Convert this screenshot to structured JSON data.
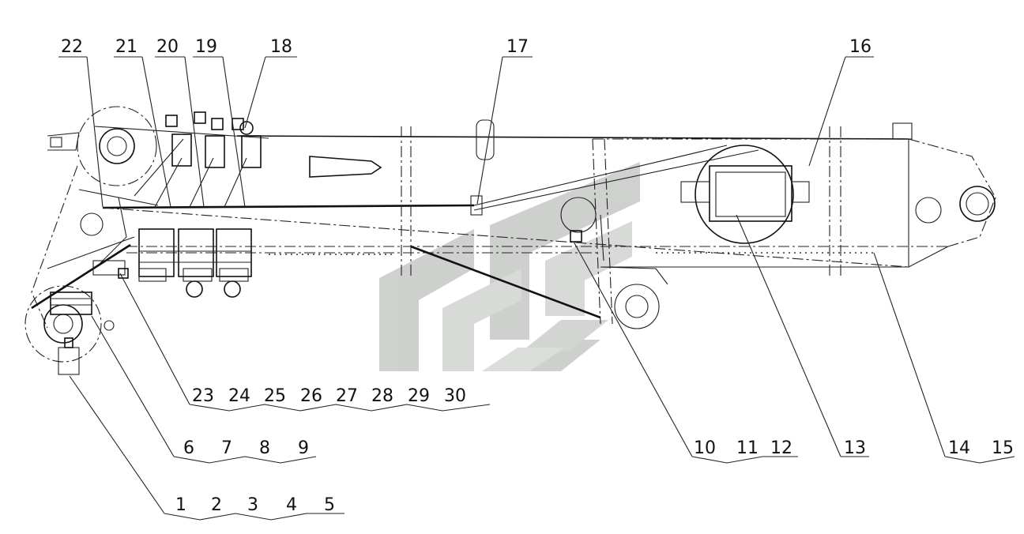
{
  "callouts": {
    "top": [
      "22",
      "21",
      "20",
      "19",
      "18",
      "17",
      "16"
    ],
    "group_23_30": [
      "23",
      "24",
      "25",
      "26",
      "27",
      "28",
      "29",
      "30"
    ],
    "group_6_9": [
      "6",
      "7",
      "8",
      "9"
    ],
    "group_1_5": [
      "1",
      "2",
      "3",
      "4",
      "5"
    ],
    "group_10_12": [
      "10",
      "11",
      "12"
    ],
    "single_13": "13",
    "group_14_15": [
      "14",
      "15"
    ]
  },
  "colors": {
    "line": "#111111",
    "watermark": "#c9ccc9"
  }
}
